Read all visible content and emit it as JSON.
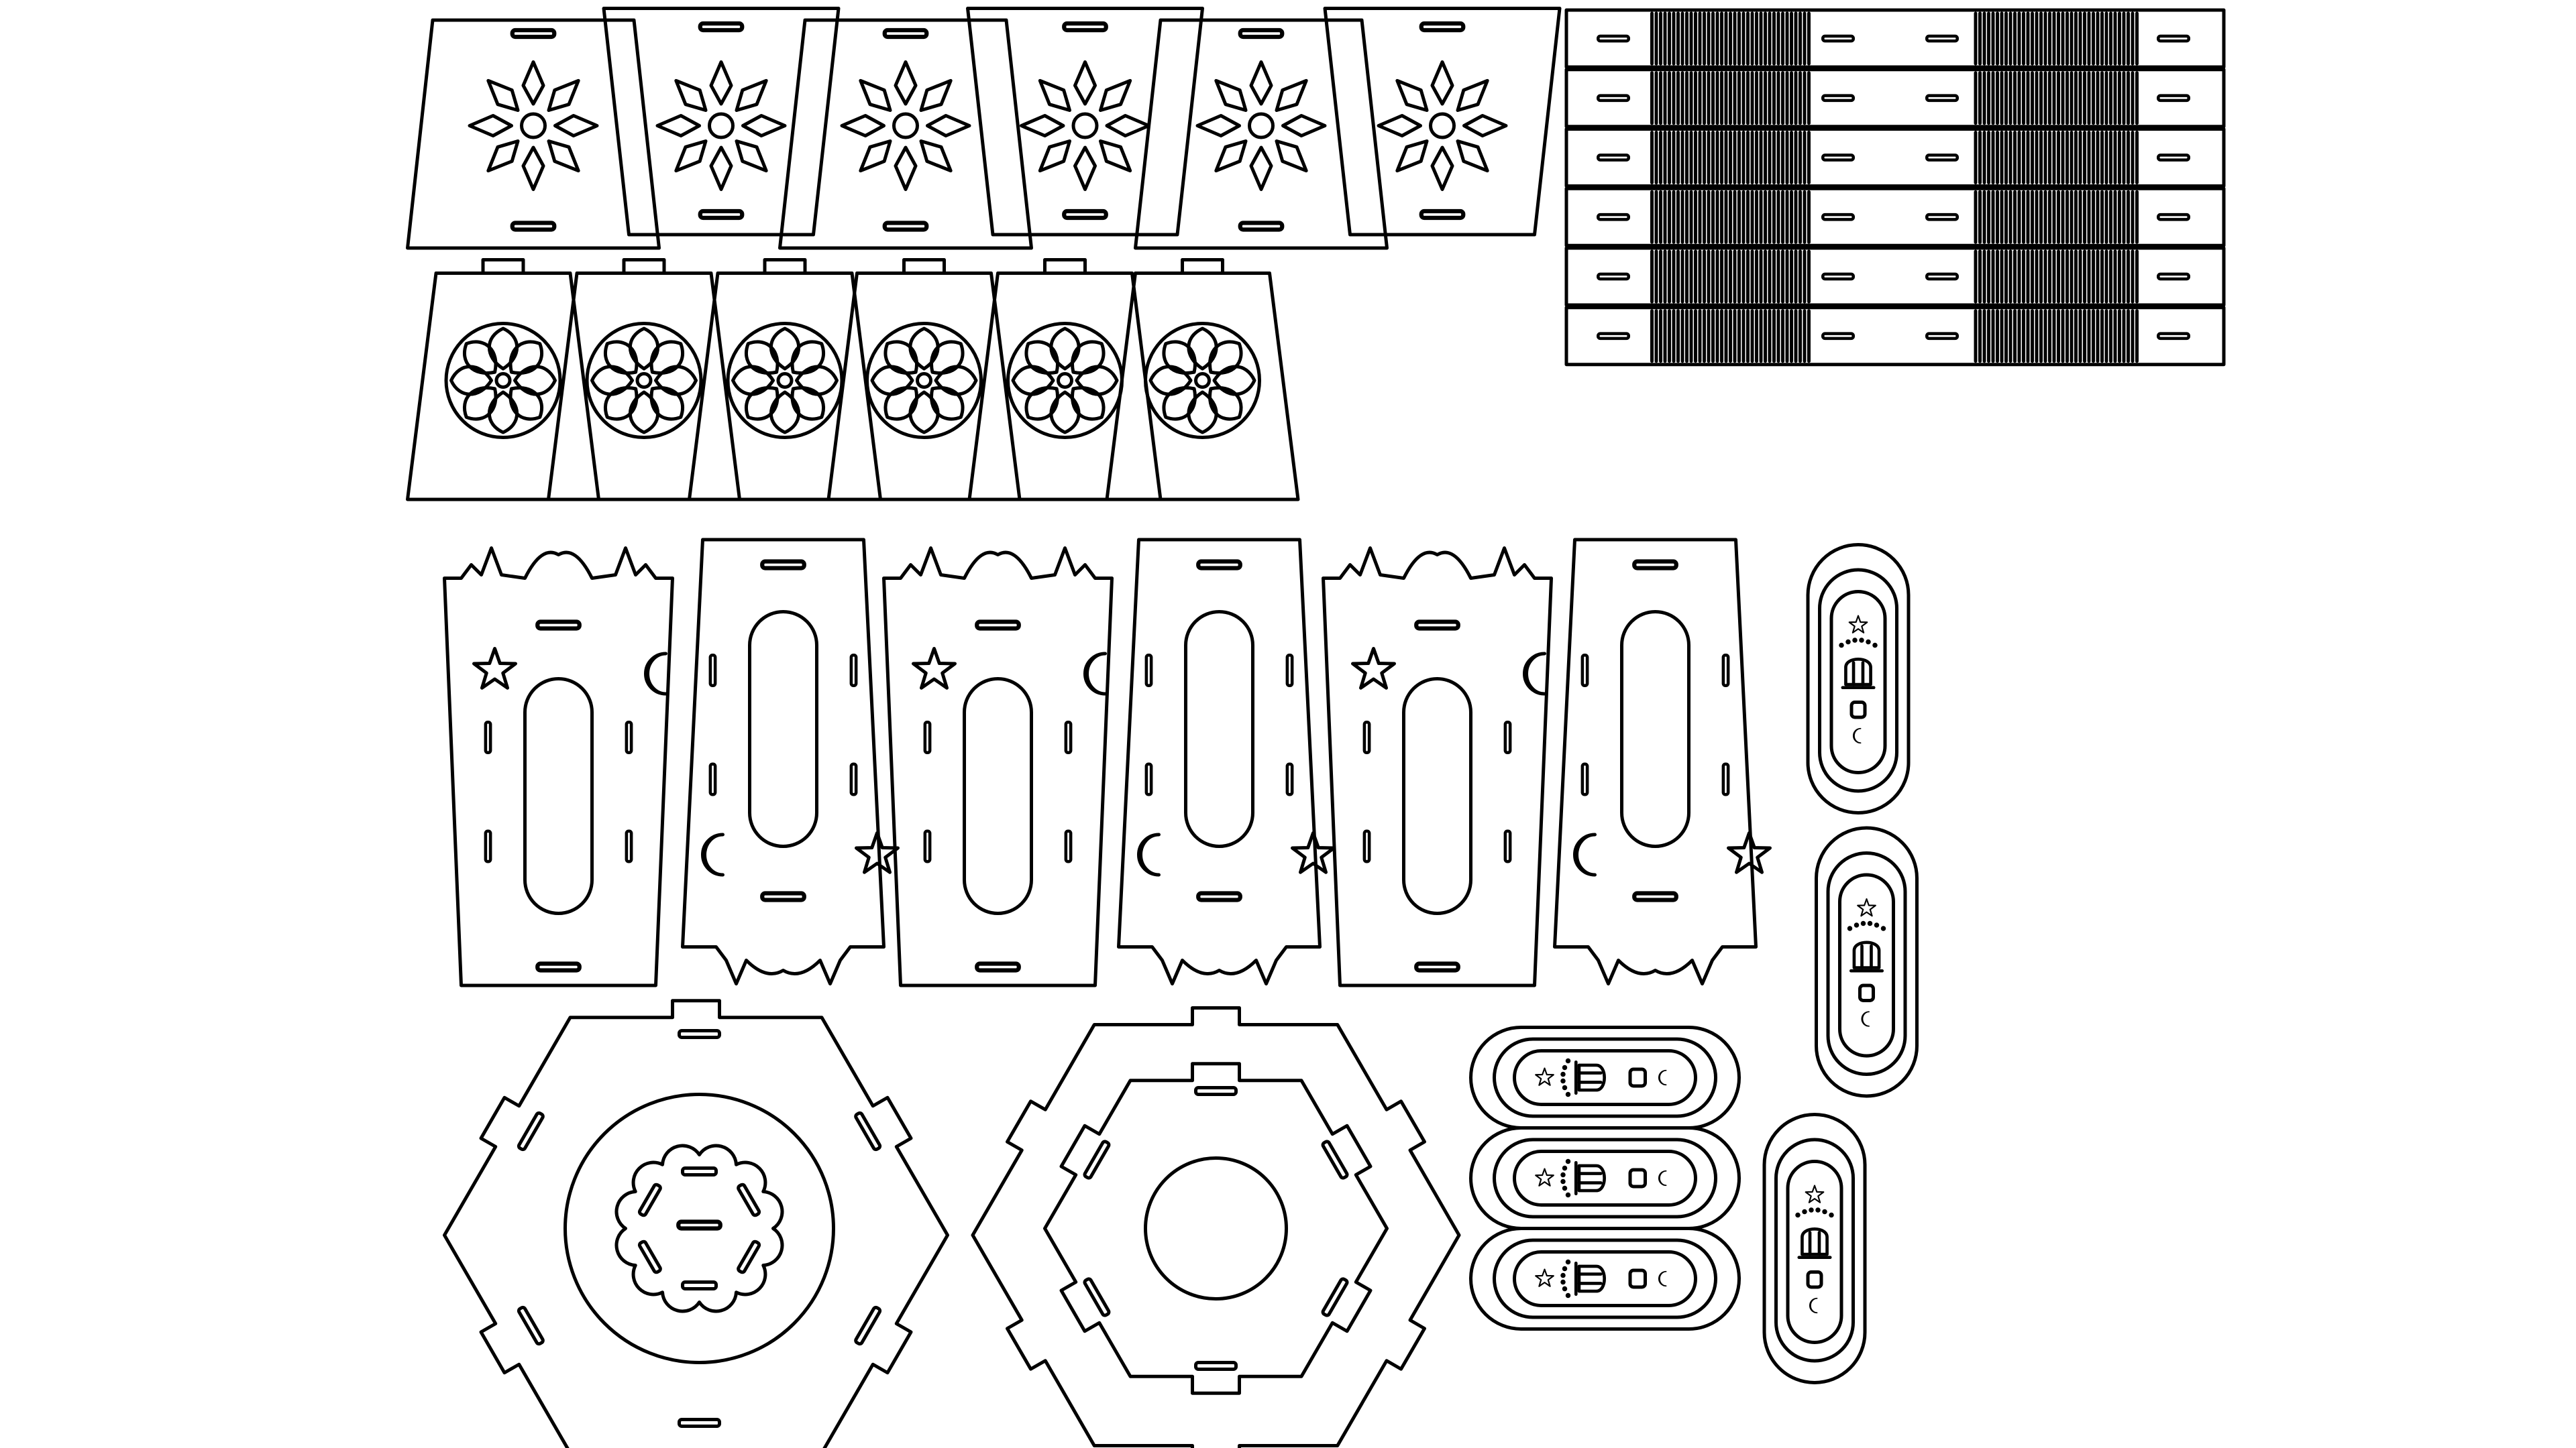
{
  "sheet": {
    "kind": "laser-cut template",
    "background_color": "#ffffff",
    "line_color": "#000000"
  },
  "groups": {
    "flower_trapezoid_panels": {
      "count": 6,
      "motif": "eight-petal-star-icon"
    },
    "rosette_trapezoid_panels": {
      "count": 6,
      "motif": "rosette-icon"
    },
    "living_hinge_strips": {
      "count": 6
    },
    "crescent_star_panels": {
      "count": 3,
      "motifs": [
        "star-icon",
        "crescent-moon-icon",
        "dome-skyline-icon"
      ]
    },
    "oval_window_panels": {
      "count": 3,
      "motifs": [
        "oval-window-icon",
        "star-icon",
        "crescent-moon-icon"
      ]
    },
    "hexagon_bases": {
      "count": 2,
      "variants": [
        "scalloped-center-base",
        "ring-base"
      ]
    },
    "vertical_lantern_tokens": {
      "count": 3,
      "motifs": [
        "star-icon",
        "lantern-icon",
        "crescent-moon-icon"
      ]
    },
    "horizontal_lantern_tokens": {
      "count": 3,
      "motifs": [
        "star-icon",
        "lantern-icon",
        "crescent-moon-icon"
      ]
    }
  }
}
